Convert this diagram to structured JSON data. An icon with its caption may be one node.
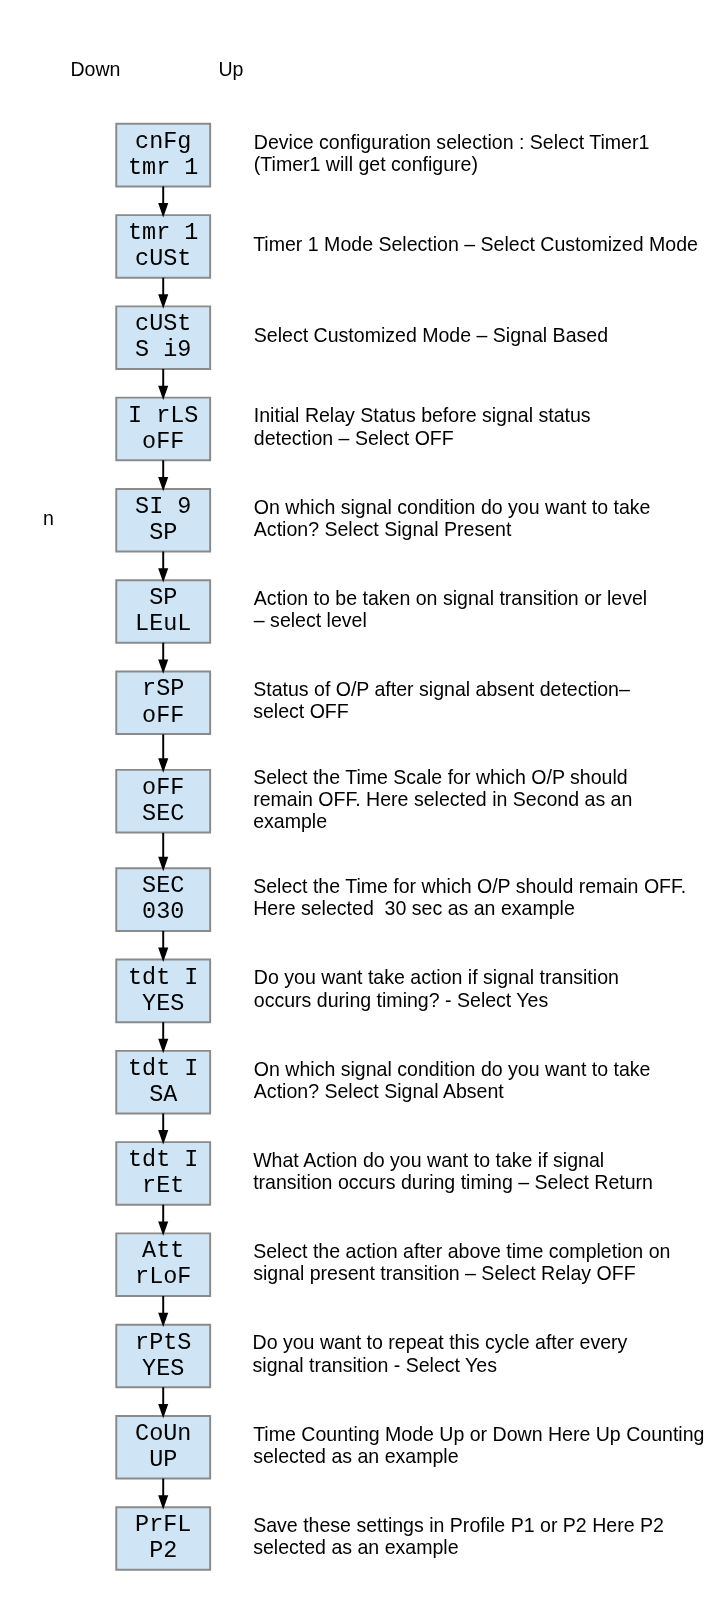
{
  "diagram": {
    "nodes": [
      {
        "text": [
          "cnFg",
          "tmr 1"
        ],
        "beside": [
          "Device configuration selection : Select Timer1 (Timer1 will get configure)"
        ]
      },
      {
        "text": [
          "tmr 1",
          "cUSt"
        ],
        "beside": [
          "Timer 1 Mode Selection – Select Customized Mode"
        ]
      },
      {
        "text": [
          "cUSt",
          "S i9"
        ],
        "beside": [
          "Select Customized Mode – Signal Based"
        ]
      },
      {
        "text": [
          "I rLS",
          "oFF"
        ],
        "beside": [
          "Initial Relay Status before signal status detection – Select OFF"
        ]
      },
      {
        "text": [
          "SI 9",
          "SP"
        ],
        "beside": [
          "On which signal condition do you want to take Action? Select Signal Present"
        ]
      },
      {
        "text": [
          "SP",
          "LEuL"
        ],
        "beside": [
          "Action to be taken on signal transition or level – select level"
        ]
      },
      {
        "text": [
          "rSP",
          "oFF"
        ],
        "beside": [
          "Status of O/P after signal absent detection– select OFF"
        ]
      },
      {
        "text": [
          "oFF",
          "SEC"
        ],
        "beside": [
          "Select the Time Scale for which O/P should remain OFF. Here selected in Second as an example"
        ]
      },
      {
        "text": [
          "SEC",
          "030"
        ],
        "beside": [
          "Select the Time for which O/P should remain OFF. Here selected  30 sec as an example"
        ]
      },
      {
        "text": [
          "tdt I",
          "YES"
        ],
        "beside": [
          "Do you want take action if signal transition occurs during timing? - Select Yes"
        ]
      },
      {
        "text": [
          "tdt I",
          "SA"
        ],
        "beside": [
          "On which signal condition do you want to take Action? Select Signal Absent"
        ]
      },
      {
        "text": [
          "tdt I",
          "rEt"
        ],
        "beside": [
          "What Action do you want to take if signal transition occurs during timing – Select Return"
        ]
      },
      {
        "text": [
          "Att",
          "rLoF"
        ],
        "beside": [
          "Select the action after above time completion on signal present transition – Select Relay OFF"
        ]
      },
      {
        "text": [
          "rPtS",
          "YES"
        ],
        "beside": [
          "Do you want to repeat this cycle after every signal transition - Select Yes"
        ]
      },
      {
        "text": [
          "CoUn",
          "UP"
        ],
        "beside": [
          "Time Counting Mode Up or Down Here Up Counting selected as an example"
        ]
      },
      {
        "text": [
          "PrFL",
          "P2"
        ],
        "beside": [
          "Save these settings in Profile P1 or P2 Here P2 selected as an example"
        ]
      }
    ],
    "edges": [
      {
        "from": 0,
        "to": 1,
        "arrow": "to"
      },
      {
        "from": 1,
        "to": 2,
        "arrow": "to"
      },
      {
        "from": 2,
        "to": 3,
        "arrow": "to"
      },
      {
        "from": 3,
        "to": 4,
        "arrow": "to"
      },
      {
        "from": 4,
        "to": 5,
        "arrow": "to"
      },
      {
        "from": 5,
        "to": 6,
        "arrow": "to"
      },
      {
        "from": 6,
        "to": 7,
        "arrow": "to"
      },
      {
        "from": 7,
        "to": 8,
        "arrow": "to"
      },
      {
        "from": 8,
        "to": 9,
        "arrow": "to"
      },
      {
        "from": 9,
        "to": 10,
        "arrow": "to"
      },
      {
        "from": 10,
        "to": 11,
        "arrow": "to"
      },
      {
        "from": 11,
        "to": 12,
        "arrow": "to"
      },
      {
        "from": 12,
        "to": 13,
        "arrow": "to"
      },
      {
        "from": 13,
        "to": 14,
        "arrow": "to"
      },
      {
        "from": 14,
        "to": 15,
        "arrow": "to"
      }
    ],
    "labels": [
      "Down",
      "Up",
      "n"
    ]
  }
}
